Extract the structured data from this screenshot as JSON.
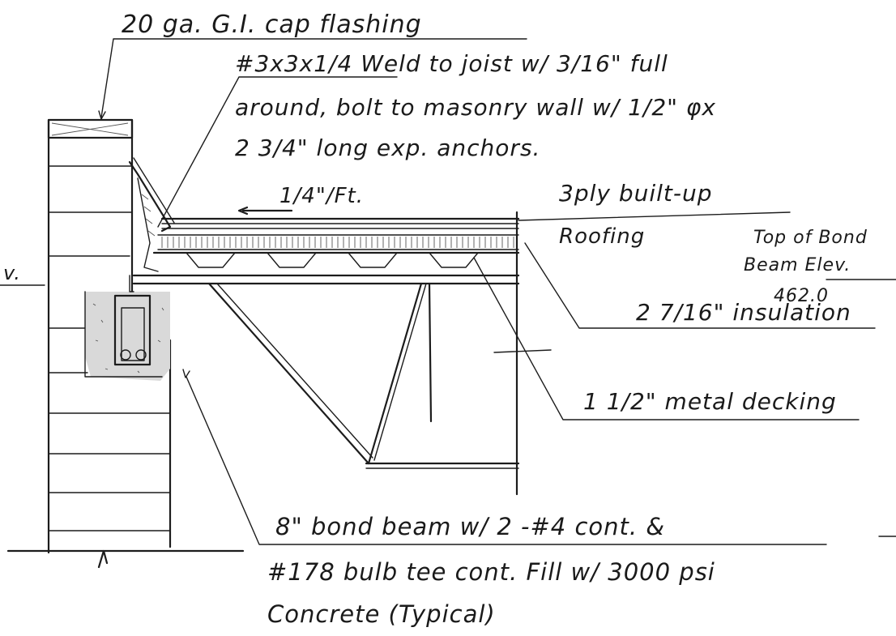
{
  "drawing": {
    "labels": {
      "flashing": "20 ga. G.I. cap flashing",
      "angle_line1": "#3x3x1/4 Weld to joist w/ 3/16\" full",
      "angle_line2": "around, bolt to masonry wall w/ 1/2\" φx",
      "angle_line3": "2 3/4\" long exp. anchors.",
      "slope": "1/4\"/Ft.",
      "roofing_line1": "3ply built-up",
      "roofing_line2": "Roofing",
      "bond_beam_elev_line1": "Top of Bond",
      "bond_beam_elev_line2": "Beam Elev.",
      "bond_beam_elev_value": "462.0",
      "insulation": "2 7/16\" insulation",
      "decking": "1 1/2\" metal decking",
      "bond_beam_line1": "8\" bond beam w/ 2 -#4 cont. &",
      "bond_beam_line2": "#178 bulb tee cont. Fill w/ 3000 psi",
      "bond_beam_line3": "Concrete (Typical)",
      "left_edge_fragment": "v."
    }
  }
}
